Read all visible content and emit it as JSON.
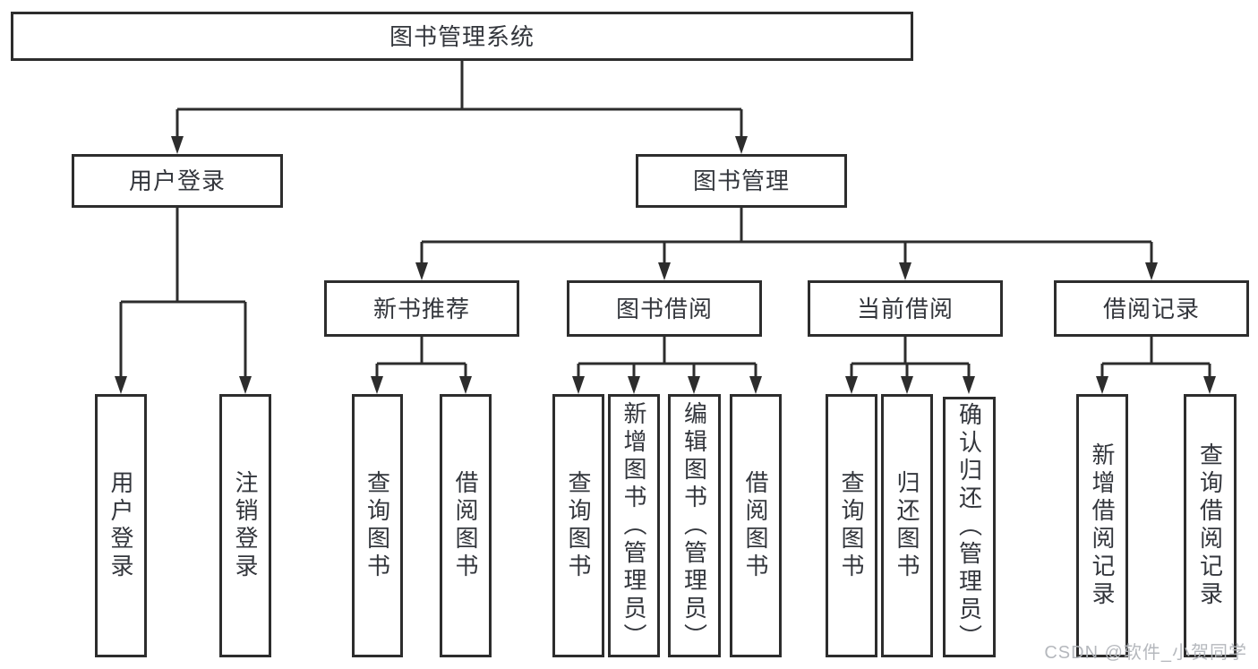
{
  "diagram": {
    "title": "图书管理系统",
    "type": "function-structure-tree",
    "nodes": {
      "root": "图书管理系统",
      "user_login": "用户登录",
      "book_mgmt": "图书管理",
      "new_book_rec": "新书推荐",
      "book_borrow": "图书借阅",
      "current_borrow": "当前借阅",
      "borrow_record": "借阅记录",
      "leaf_user_login": "用户登录",
      "leaf_logout": "注销登录",
      "rec_query": "查询图书",
      "rec_borrow": "借阅图书",
      "bb_query": "查询图书",
      "bb_add": "新增图书（管理员）",
      "bb_edit": "编辑图书（管理员）",
      "bb_borrow": "借阅图书",
      "cb_query": "查询图书",
      "cb_return": "归还图书",
      "cb_confirm": "确认归还（管理员）",
      "br_add": "新增借阅记录",
      "br_query": "查询借阅记录"
    },
    "hierarchy": {
      "图书管理系统": {
        "用户登录": [
          "用户登录",
          "注销登录"
        ],
        "图书管理": {
          "新书推荐": [
            "查询图书",
            "借阅图书"
          ],
          "图书借阅": [
            "查询图书",
            "新增图书（管理员）",
            "编辑图书（管理员）",
            "借阅图书"
          ],
          "当前借阅": [
            "查询图书",
            "归还图书",
            "确认归还（管理员）"
          ],
          "借阅记录": [
            "新增借阅记录",
            "查询借阅记录"
          ]
        }
      }
    },
    "colors": {
      "line": "#2d2d2d",
      "box_border": "#2d2d2d",
      "text": "#33363c",
      "watermark": "#b2b5ba",
      "background": "#ffffff"
    },
    "watermark": "CSDN @软件_小贺同学"
  }
}
